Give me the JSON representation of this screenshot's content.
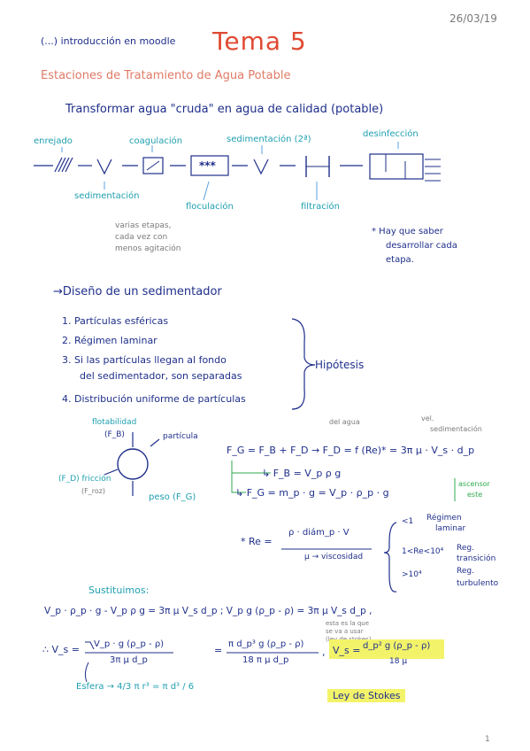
{
  "date": "26/03/19",
  "intro": "(...) introducción en moodle",
  "title": "Tema 5",
  "subtitle": "Estaciones de Tratamiento de Agua Potable",
  "process_line": "Transformar agua \"cruda\" en agua de calidad (potable)",
  "diagram": {
    "top_labels": [
      "enrejado",
      "coagulación",
      "sedimentación (2ª)",
      "desinfección"
    ],
    "box_text": "***",
    "bottom_labels": [
      "sedimentación",
      "floculación",
      "filtración"
    ],
    "grey_note": [
      "varias etapas,",
      "cada vez con",
      "menos agitación"
    ],
    "blue_note": [
      "* Hay que saber",
      "desarrollar cada",
      "etapa."
    ]
  },
  "section_title": "→Diseño de un sedimentador",
  "hypotheses": {
    "items": [
      "1. Partículas esféricas",
      "2. Régimen laminar",
      "3. Si las partículas llegan al fondo",
      "del sedimentador, son separadas",
      "4. Distribución uniforme de partículas"
    ],
    "label": "Hipótesis"
  },
  "force_diagram": {
    "flotabilidad": "flotabilidad",
    "fb": "(F_B)",
    "particula": "partícula",
    "friction": "(F_D) fricción",
    "friction_sub": "(F_roz)",
    "peso": "peso (F_G)"
  },
  "equations": {
    "grey_top_1": "del agua",
    "grey_top_2": "vel.",
    "grey_top_3": "sedimentación",
    "eq1": "F_G = F_B + F_D   →   F_D = f (Re)* = 3π μ · V_s · d_p",
    "eq2": "↳ F_B = V_p  ρ  g",
    "eq3": "↳ F_G = m_p · g = V_p · ρ_p · g",
    "ascensor_1": "ascensor",
    "ascensor_2": "este",
    "re_label": "* Re =",
    "re_num": "ρ · diám_p · V",
    "re_den": "μ → viscosidad",
    "reg1_cond": "<1",
    "reg1_name_1": "Régimen",
    "reg1_name_2": "laminar",
    "reg2_cond": "1<Re<10⁴",
    "reg2_name_1": "Reg.",
    "reg2_name_2": "transición",
    "reg3_cond": ">10⁴",
    "reg3_name_1": "Reg.",
    "reg3_name_2": "turbulento"
  },
  "substitution": {
    "heading": "Sustituimos:",
    "line1": "V_p · ρ_p · g - V_p ρ g = 3π μ V_s d_p ;  V_p g (ρ_p - ρ) = 3π μ V_s d_p ,",
    "vs_label": "∴ V_s =",
    "vs_num": "V_p · g (ρ_p - ρ)",
    "vs_den": "3π μ d_p",
    "eq2_num": "π d_p³ g (ρ_p - ρ)",
    "eq2_den": "18 π μ d_p",
    "small_note": [
      "esta es la que",
      "se va a usar",
      "(ley de stokes)"
    ],
    "final_label": "V_s =",
    "final_num": "d_p² g (ρ_p - ρ)",
    "final_den": "18 μ",
    "sphere": "Esfera → 4/3 π r³ = π d³ / 6",
    "stokes": "Ley de Stokes"
  },
  "page_number": "1"
}
